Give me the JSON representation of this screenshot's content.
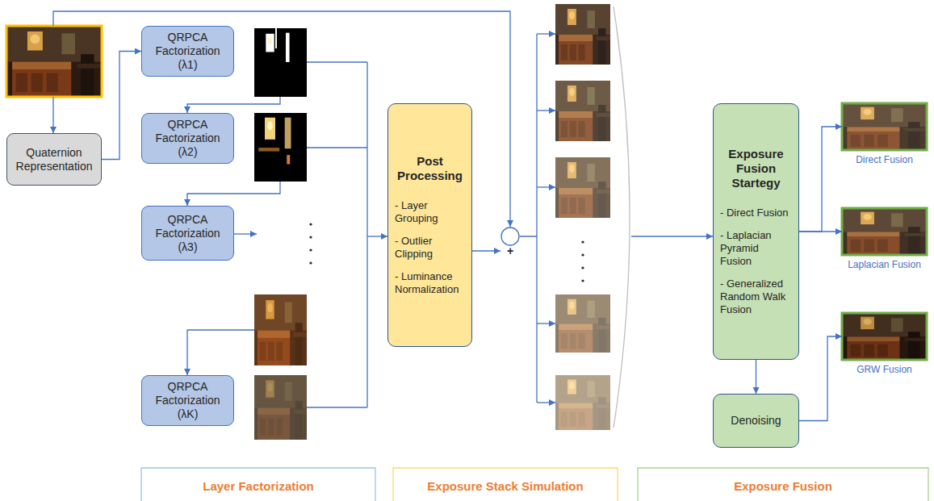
{
  "diagram": {
    "nodes": [
      {
        "text": [
          "QRPCA Factorization (λ1)"
        ]
      },
      {
        "text": [
          "Quaternion Representation"
        ]
      },
      {
        "text": [
          "QRPCA Factorization (λ2)"
        ]
      },
      {
        "text": [
          "QRPCA Factorization (λ3)"
        ]
      },
      {
        "text": [
          "QRPCA Factorization (λK)"
        ]
      },
      {
        "text": [
          "Post Processing",
          "- Layer Grouping",
          "- Outlier Clipping",
          "- Luminance Normalization"
        ]
      },
      {
        "text": [
          "+"
        ]
      },
      {
        "text": [
          "Exposure Fusion Startegy",
          "- Direct Fusion",
          "- Laplacian Pyramid Fusion",
          "- Generalized Random Walk Fusion"
        ]
      },
      {
        "text": [
          "Denoising"
        ]
      },
      {
        "text": [
          "Direct Fusion"
        ]
      },
      {
        "text": [
          "Laplacian Fusion"
        ]
      },
      {
        "text": [
          "GRW Fusion"
        ]
      }
    ],
    "edges": [
      {
        "from": 1,
        "to": 0,
        "arrow": "to"
      },
      {
        "from": 5,
        "to": 6,
        "arrow": "to"
      },
      {
        "from": 7,
        "to": 8,
        "arrow": "to"
      },
      {
        "from": 7,
        "to": 9,
        "arrow": "to"
      },
      {
        "from": 7,
        "to": 10,
        "arrow": "to"
      },
      {
        "from": 8,
        "to": 11,
        "arrow": "to"
      }
    ],
    "labels": [
      "Layer Factorization",
      "Exposure Stack Simulation",
      "Exposure Fusion"
    ]
  }
}
